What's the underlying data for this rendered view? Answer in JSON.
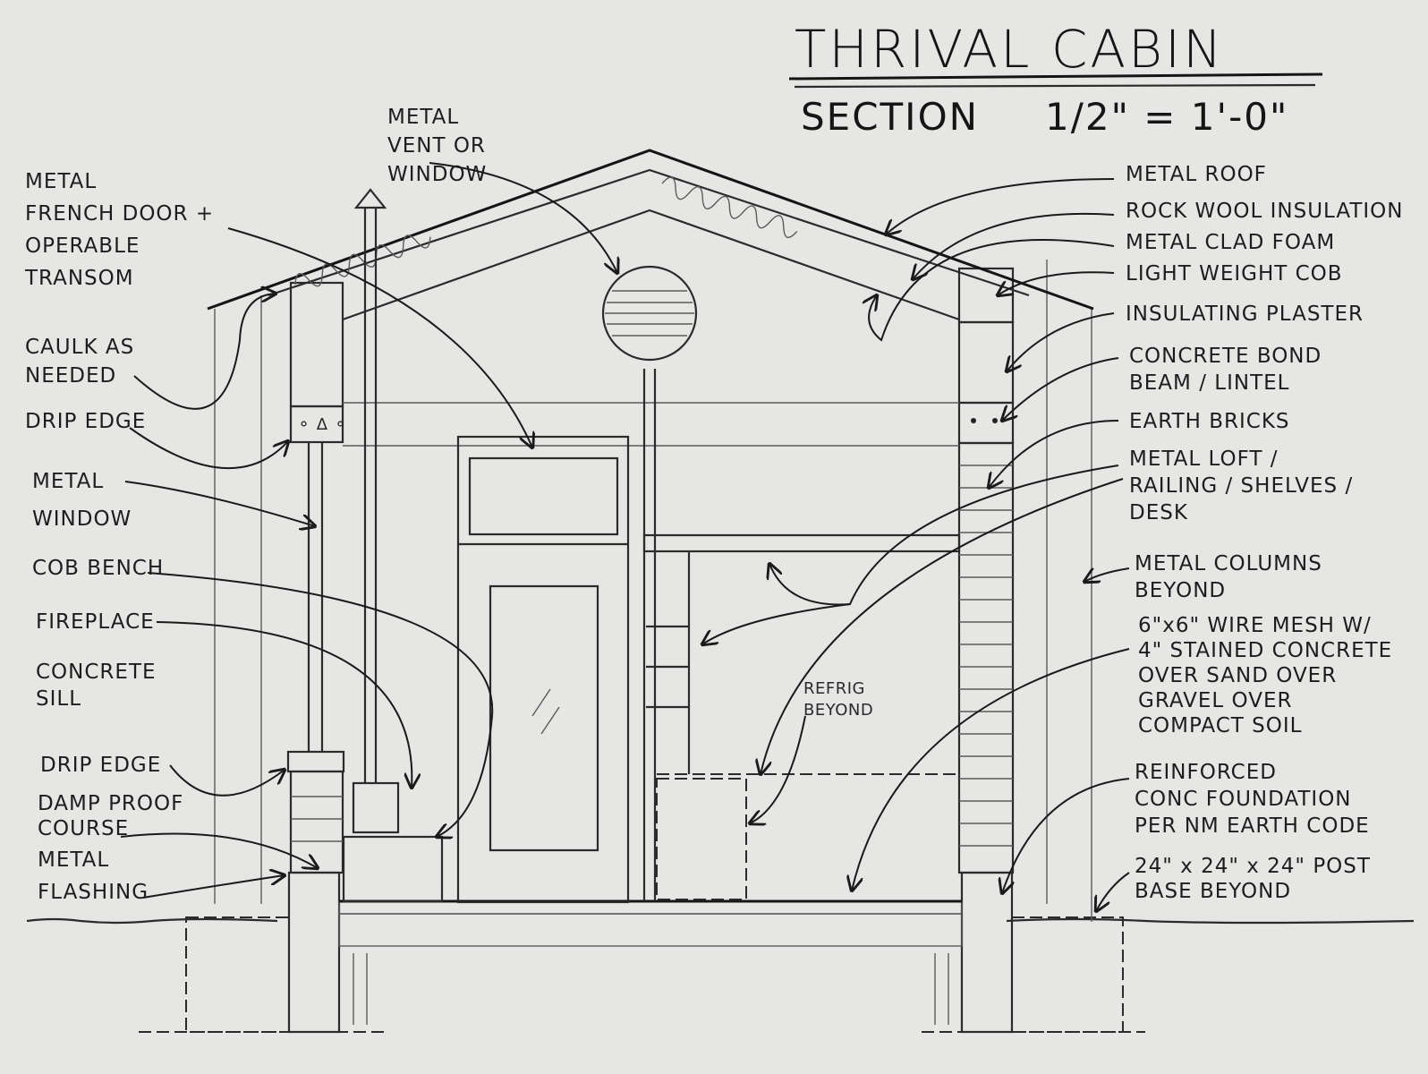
{
  "title": "THRIVAL CABIN",
  "subtitle": "SECTION",
  "scale": "1/2\" = 1'-0\"",
  "left_labels": [
    {
      "id": "metal-french-door",
      "lines": [
        "METAL",
        "FRENCH DOOR +",
        "OPERABLE",
        "TRANSOM"
      ]
    },
    {
      "id": "caulk",
      "lines": [
        "CAULK AS",
        "NEEDED"
      ]
    },
    {
      "id": "drip-edge-upper",
      "lines": [
        "DRIP EDGE"
      ]
    },
    {
      "id": "metal-window",
      "lines": [
        "METAL",
        "WINDOW"
      ]
    },
    {
      "id": "cob-bench",
      "lines": [
        "COB BENCH"
      ]
    },
    {
      "id": "fireplace",
      "lines": [
        "FIREPLACE"
      ]
    },
    {
      "id": "concrete-sill",
      "lines": [
        "CONCRETE",
        "SILL"
      ]
    },
    {
      "id": "drip-edge-lower",
      "lines": [
        "DRIP EDGE"
      ]
    },
    {
      "id": "damp-proof",
      "lines": [
        "DAMP PROOF",
        "COURSE"
      ]
    },
    {
      "id": "metal-flashing",
      "lines": [
        "METAL",
        "FLASHING"
      ]
    }
  ],
  "top_label": {
    "lines": [
      "METAL",
      "VENT OR",
      "WINDOW"
    ]
  },
  "right_labels": [
    {
      "id": "metal-roof",
      "lines": [
        "METAL ROOF"
      ]
    },
    {
      "id": "rock-wool",
      "lines": [
        "ROCK WOOL INSULATION"
      ]
    },
    {
      "id": "metal-clad-foam",
      "lines": [
        "METAL CLAD FOAM"
      ]
    },
    {
      "id": "light-weight-cob",
      "lines": [
        "LIGHT WEIGHT COB"
      ]
    },
    {
      "id": "insulating-plaster",
      "lines": [
        "INSULATING PLASTER"
      ]
    },
    {
      "id": "bond-beam",
      "lines": [
        "CONCRETE BOND",
        "BEAM / LINTEL"
      ]
    },
    {
      "id": "earth-bricks",
      "lines": [
        "EARTH BRICKS"
      ]
    },
    {
      "id": "metal-loft",
      "lines": [
        "METAL LOFT /",
        "RAILING / SHELVES /",
        "DESK"
      ]
    },
    {
      "id": "metal-columns",
      "lines": [
        "METAL COLUMNS",
        "BEYOND"
      ]
    },
    {
      "id": "wire-mesh",
      "lines": [
        "6\"x6\" WIRE MESH W/",
        "4\" STAINED CONCRETE",
        "OVER SAND OVER",
        "GRAVEL OVER",
        "COMPACT SOIL"
      ]
    },
    {
      "id": "foundation",
      "lines": [
        "REINFORCED",
        "CONC FOUNDATION",
        "PER NM EARTH CODE"
      ]
    },
    {
      "id": "post-base",
      "lines": [
        "24\" x 24\" x 24\" POST",
        "BASE BEYOND"
      ]
    }
  ],
  "center_label": {
    "lines": [
      "REFRIG",
      "BEYOND"
    ]
  }
}
